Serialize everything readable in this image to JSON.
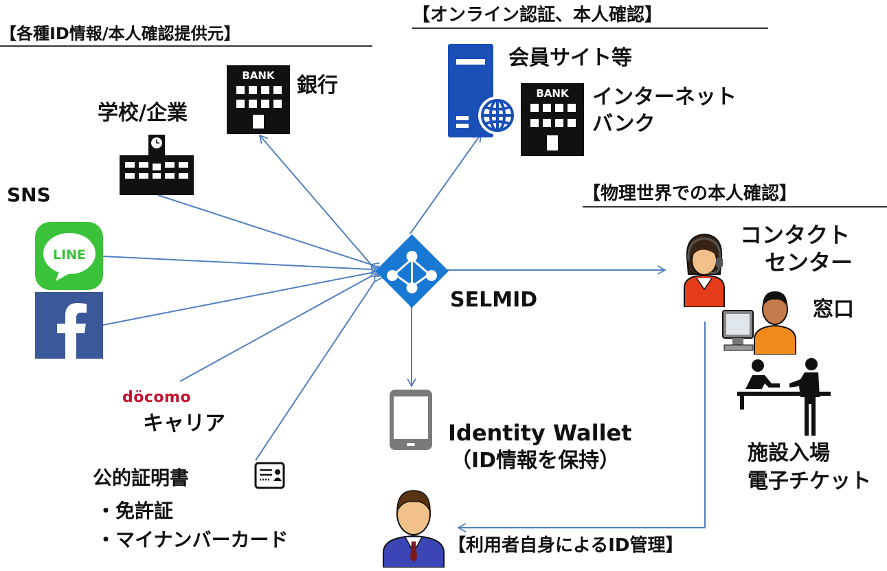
{
  "headings": {
    "providers": "【各種ID情報/本人確認提供元】",
    "online": "【オンライン認証、本人確認】",
    "physical": "【物理世界での本人確認】",
    "self_manage": "【利用者自身によるID管理】"
  },
  "providers": {
    "bank_label": "銀行",
    "bank_sign": "BANK",
    "school_label": "学校/企業",
    "sns_label": "SNS",
    "line_text": "LINE",
    "facebook_glyph": "f",
    "docomo_text": "döcomo",
    "carrier_label": "キャリア",
    "public_cert_label": "公的証明書",
    "license_item": "・免許証",
    "mynumber_item": "・マイナンバーカード"
  },
  "center": {
    "label": "SELMID"
  },
  "online": {
    "member_site_label": "会員サイト等",
    "netbank_line1": "インターネット",
    "netbank_line2": "バンク",
    "bank_sign": "BANK"
  },
  "physical": {
    "contact_line1": "コンタクト",
    "contact_line2": "センター",
    "counter_label": "窓口",
    "facility_line1": "施設入場",
    "facility_line2": "電子チケット"
  },
  "wallet": {
    "title": "Identity Wallet",
    "subtitle": "（ID情報を保持）"
  },
  "colors": {
    "arrow": "#4f7fbf",
    "selmid_blue": "#1878d4",
    "server_blue": "#1a4fb8",
    "line_green": "#3bc23b",
    "facebook_blue": "#3b5998",
    "docomo_red": "#c4122f",
    "phone_gray": "#7a7a7a",
    "icon_black": "#111111"
  },
  "icons": [
    "bank-icon",
    "school-icon",
    "line-logo-icon",
    "facebook-logo-icon",
    "docomo-logo-icon",
    "id-card-icon",
    "selmid-logo-icon",
    "server-globe-icon",
    "smartphone-icon",
    "operator-headset-icon",
    "counter-person-icon",
    "reception-desk-icon",
    "user-avatar-icon"
  ]
}
